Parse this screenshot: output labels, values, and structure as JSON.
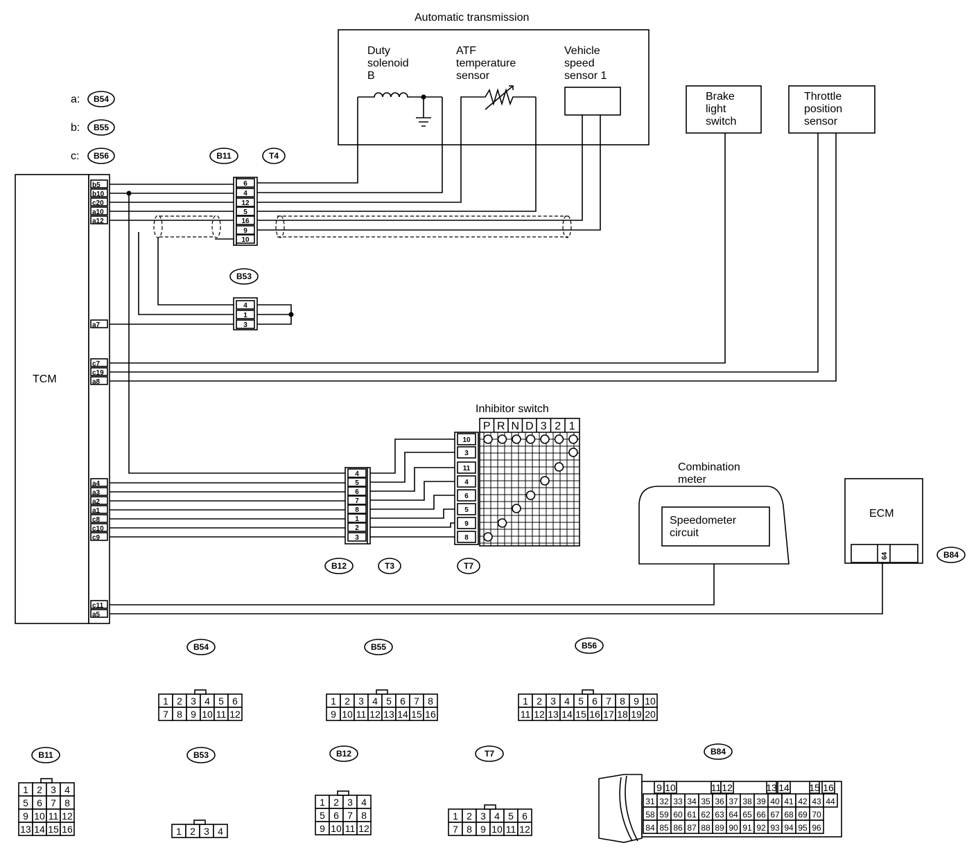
{
  "title": "Automatic transmission",
  "components": {
    "duty_solenoid": "Duty\nsolenoid\nB",
    "atf_sensor": "ATF\ntemperature\nsensor",
    "vss": "Vehicle\nspeed\nsensor 1",
    "brake": "Brake\nlight\nswitch",
    "tps": "Throttle\nposition\nsensor",
    "tcm": "TCM",
    "inhibitor": "Inhibitor switch",
    "combination_meter": "Combination\nmeter",
    "speedometer": "Speedometer\ncircuit",
    "ecm": "ECM",
    "ecm_pin": "64"
  },
  "legend": [
    {
      "key": "a:",
      "tag": "B54"
    },
    {
      "key": "b:",
      "tag": "B55"
    },
    {
      "key": "c:",
      "tag": "B56"
    }
  ],
  "connector_tags": {
    "b11": "B11",
    "t4": "T4",
    "b53": "B53",
    "b12": "B12",
    "t3": "T3",
    "t7": "T7",
    "b84": "B84"
  },
  "tcm_pins_top": [
    "b5",
    "b10",
    "c20",
    "a10",
    "a12"
  ],
  "tcm_pin_a7": "a7",
  "tcm_pins_mid": [
    "c7",
    "c19",
    "a8"
  ],
  "tcm_pins_lower": [
    "a4",
    "a3",
    "a2",
    "a1",
    "c8",
    "c10",
    "c9"
  ],
  "tcm_pins_bottom": [
    "c11",
    "a5"
  ],
  "b11_pins": [
    "6",
    "4",
    "12",
    "5",
    "16",
    "9",
    "10"
  ],
  "b53_pins": [
    "4",
    "1",
    "3"
  ],
  "b12_pins": [
    "4",
    "5",
    "6",
    "7",
    "8",
    "1",
    "2",
    "3"
  ],
  "t7_pins": [
    "10",
    "3",
    "11",
    "4",
    "6",
    "5",
    "9",
    "8"
  ],
  "inhibitor_positions": [
    "P",
    "R",
    "N",
    "D",
    "3",
    "2",
    "1"
  ],
  "connector_faces": {
    "B54": [
      [
        "1",
        "2",
        "3",
        "4",
        "5",
        "6"
      ],
      [
        "7",
        "8",
        "9",
        "10",
        "11",
        "12"
      ]
    ],
    "B55": [
      [
        "1",
        "2",
        "3",
        "4",
        "5",
        "6",
        "7",
        "8"
      ],
      [
        "9",
        "10",
        "11",
        "12",
        "13",
        "14",
        "15",
        "16"
      ]
    ],
    "B56": [
      [
        "1",
        "2",
        "3",
        "4",
        "5",
        "6",
        "7",
        "8",
        "9",
        "10"
      ],
      [
        "11",
        "12",
        "13",
        "14",
        "15",
        "16",
        "17",
        "18",
        "19",
        "20"
      ]
    ],
    "B11": [
      [
        "1",
        "2",
        "3",
        "4"
      ],
      [
        "5",
        "6",
        "7",
        "8"
      ],
      [
        "9",
        "10",
        "11",
        "12"
      ],
      [
        "13",
        "14",
        "15",
        "16"
      ]
    ],
    "B53": [
      [
        "1",
        "2",
        "3",
        "4"
      ]
    ],
    "B12": [
      [
        "1",
        "2",
        "3",
        "4"
      ],
      [
        "5",
        "6",
        "7",
        "8"
      ],
      [
        "9",
        "10",
        "11",
        "12"
      ]
    ],
    "T7": [
      [
        "1",
        "2",
        "3",
        "4",
        "5",
        "6"
      ],
      [
        "7",
        "8",
        "9",
        "10",
        "11",
        "12"
      ]
    ],
    "B84": [
      [
        "9",
        "10",
        "11",
        "12",
        "13",
        "14",
        "15",
        "16"
      ],
      [
        "31",
        "32",
        "33",
        "34",
        "35",
        "36",
        "37",
        "38",
        "39",
        "40",
        "41",
        "42",
        "43",
        "44"
      ],
      [
        "58",
        "59",
        "60",
        "61",
        "62",
        "63",
        "64",
        "65",
        "66",
        "67",
        "68",
        "69",
        "70"
      ],
      [
        "84",
        "85",
        "86",
        "87",
        "88",
        "89",
        "90",
        "91",
        "92",
        "93",
        "94",
        "95",
        "96"
      ]
    ]
  }
}
